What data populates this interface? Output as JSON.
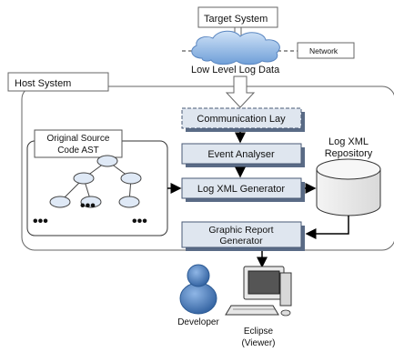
{
  "target_system": "Target System",
  "network_label": "Network",
  "log_data_label": "Low Level Log Data",
  "host_system": "Host System",
  "source_ast": {
    "line1": "Original Source",
    "line2": "Code AST",
    "dots": "•••"
  },
  "boxes": {
    "communication": "Communication Lay",
    "event_analyser": "Event Analyser",
    "log_xml_generator": "Log XML Generator",
    "report_line1": "Graphic Report",
    "report_line2": "Generator"
  },
  "repository": {
    "line1": "Log XML",
    "line2": "Repository"
  },
  "developer": "Developer",
  "eclipse": {
    "line1": "Eclipse",
    "line2": "(Viewer)"
  },
  "colors": {
    "box_fill": "#dfe6ef",
    "box_shadow": "#5a6b86",
    "cloud": "#8fb4e0",
    "person": "#4a7ec2"
  }
}
